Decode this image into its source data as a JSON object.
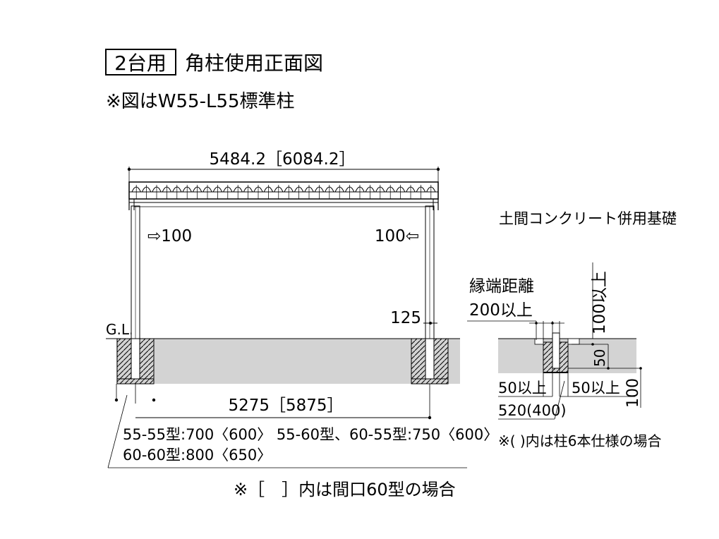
{
  "header": {
    "badge": "2台用",
    "title": "角柱使用正面図",
    "note": "※図はW55-L55標準柱"
  },
  "front_view": {
    "overall_width": "5484.2［6084.2］",
    "left_offset": "⇨100",
    "right_offset": "100⇦",
    "post_height_label": "125",
    "ground_label": "G.L.",
    "span": "5275［5875］",
    "depth_line_1": "55-55型:700〈600〉 55-60型、60-55型:750〈600〉",
    "depth_line_2": "60-60型:800〈650〉"
  },
  "foundation_detail": {
    "title": "土間コンクリート併用基礎",
    "edge_distance_1": "縁端距離",
    "edge_distance_2": "200以上",
    "height_min": "100以上",
    "dim_50_vertical": "50",
    "dim_50_left": "50以上",
    "dim_50_right": "50以上",
    "dim_100": "100",
    "dim_520": "520(400)",
    "note": "※(  )内は柱6本仕様の場合"
  },
  "footer_note": "※［　］内は間口60型の場合",
  "colors": {
    "ground": "#d3d3d3",
    "line": "#000000",
    "background": "#ffffff"
  }
}
